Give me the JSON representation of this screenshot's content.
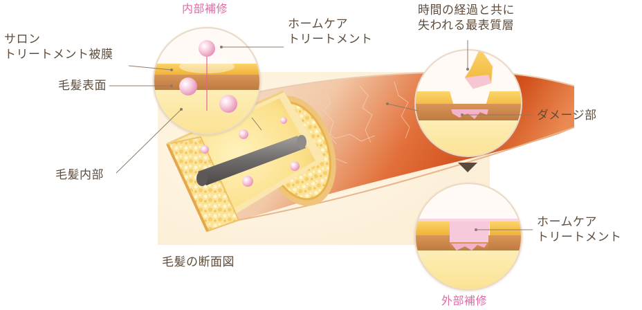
{
  "labels": {
    "internal_repair": "内部補修",
    "salon_treatment_film": "サロン\nトリートメント被膜",
    "hair_surface": "毛髪表面",
    "hair_interior": "毛髪内部",
    "home_care_treatment_top": "ホームケア\nトリートメント",
    "lost_outermost_layer": "時間の経過と共に\n失われる最表質層",
    "damaged_part": "ダメージ部",
    "home_care_treatment_bottom": "ホームケア\nトリートメント",
    "hair_cross_section": "毛髪の断面図",
    "external_repair": "外部補修"
  },
  "colors": {
    "label_text": "#5e4d3c",
    "accent_pink": "#e06aa6",
    "leader_line": "#8c7a68",
    "hair_gold": "#f6c24c",
    "cuticle_brown": "#c8844a",
    "cortex_cream": "#fde9a6",
    "treatment_pink": "#f5c9dc",
    "medulla_gray": "#6e6a6a",
    "shaft_orange": "#d8541e"
  }
}
